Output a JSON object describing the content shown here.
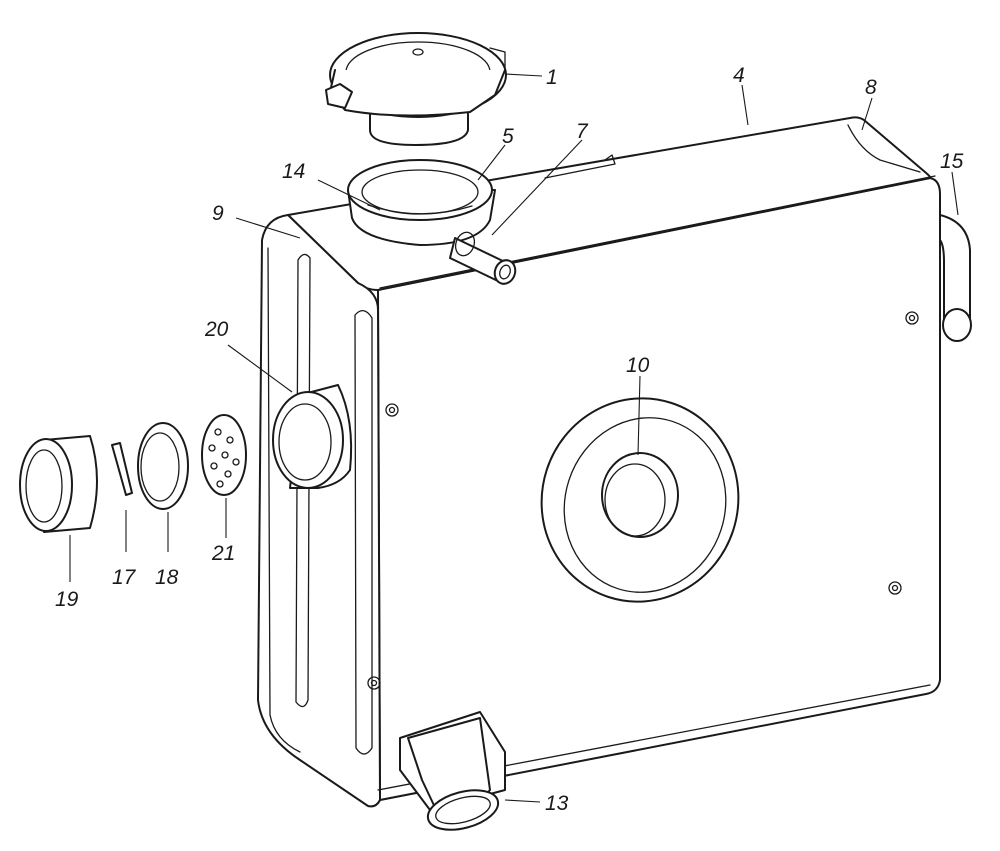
{
  "diagram": {
    "callouts": [
      {
        "id": "c1",
        "label": "1"
      },
      {
        "id": "c4",
        "label": "4"
      },
      {
        "id": "c5",
        "label": "5"
      },
      {
        "id": "c7",
        "label": "7"
      },
      {
        "id": "c8",
        "label": "8"
      },
      {
        "id": "c9",
        "label": "9"
      },
      {
        "id": "c10",
        "label": "10"
      },
      {
        "id": "c13",
        "label": "13"
      },
      {
        "id": "c14",
        "label": "14"
      },
      {
        "id": "c15",
        "label": "15"
      },
      {
        "id": "c17",
        "label": "17"
      },
      {
        "id": "c18",
        "label": "18"
      },
      {
        "id": "c19",
        "label": "19"
      },
      {
        "id": "c20",
        "label": "20"
      },
      {
        "id": "c21",
        "label": "21"
      }
    ],
    "line_color": "#1a1a1a",
    "watermark_color": "#b9b9b9"
  }
}
